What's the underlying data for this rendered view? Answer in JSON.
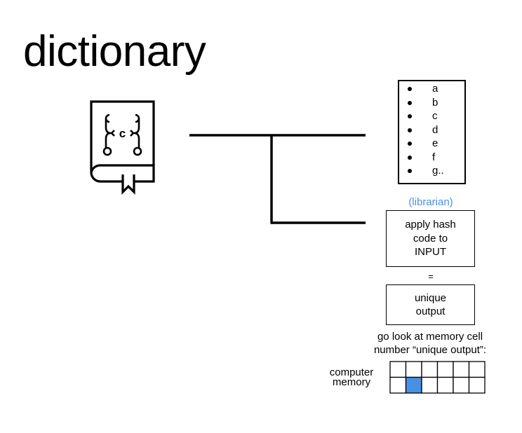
{
  "title": "dictionary",
  "icon": "dictionary-book-icon",
  "list_items": [
    "a",
    "b",
    "c",
    "d",
    "e",
    "f",
    "g.."
  ],
  "librarian_label": "(librarian)",
  "hash_box_text": "apply hash\ncode to\nINPUT",
  "equals_sign": "=",
  "output_box_text": "unique\noutput",
  "lookup_text": "go look at memory cell\nnumber “unique output”:",
  "memory_label": "computer\nmemory",
  "memory_grid": {
    "rows": 2,
    "cols": 6,
    "highlighted_cell": {
      "row": 2,
      "col": 2
    }
  },
  "colors": {
    "accent": "#4a90e2",
    "line": "#000000"
  }
}
